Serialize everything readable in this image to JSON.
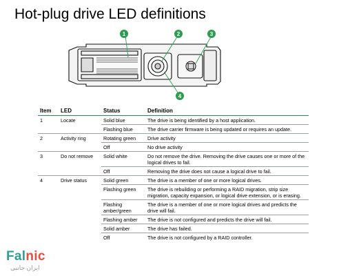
{
  "title": "Hot-plug drive LED definitions",
  "callouts": [
    "1",
    "2",
    "3",
    "4"
  ],
  "accent_color": "#2a9d4f",
  "table": {
    "headers": [
      "Item",
      "LED",
      "Status",
      "Definition"
    ],
    "rows": [
      {
        "item": "1",
        "led": "Locate",
        "status": "Solid blue",
        "definition": "The drive is being identified by a host application.",
        "sep": true
      },
      {
        "item": "",
        "led": "",
        "status": "Flashing blue",
        "definition": "The drive carrier firmware is being updated or requires an update.",
        "sep": false
      },
      {
        "item": "2",
        "led": "Activity ring",
        "status": "Rotating green",
        "definition": "Drive activity",
        "sep": true
      },
      {
        "item": "",
        "led": "",
        "status": "Off",
        "definition": "No drive activity",
        "sep": false
      },
      {
        "item": "3",
        "led": "Do not remove",
        "status": "Solid white",
        "definition": "Do not remove the drive. Removing the drive causes one or more of the logical drives to fail.",
        "sep": true
      },
      {
        "item": "",
        "led": "",
        "status": "Off",
        "definition": "Removing the drive does not cause a logical drive to fail.",
        "sep": false
      },
      {
        "item": "4",
        "led": "Drive status",
        "status": "Solid green",
        "definition": "The drive is a member of one or more logical drives.",
        "sep": true
      },
      {
        "item": "",
        "led": "",
        "status": "Flashing green",
        "definition": "The drive is rebuilding or performing a RAID migration, strip size migration, capacity expansion, or logical drive extension, or is erasing.",
        "sep": false
      },
      {
        "item": "",
        "led": "",
        "status": "Flashing amber/green",
        "definition": "The drive is a member of one or more logical drives and predicts the drive will fail.",
        "sep": false
      },
      {
        "item": "",
        "led": "",
        "status": "Flashing amber",
        "definition": "The drive is not configured and predicts the drive will fail.",
        "sep": false
      },
      {
        "item": "",
        "led": "",
        "status": "Solid amber",
        "definition": "The drive has failed.",
        "sep": false
      },
      {
        "item": "",
        "led": "",
        "status": "Off",
        "definition": "The drive is not configured by a RAID controller.",
        "sep": false
      }
    ]
  },
  "watermark": {
    "brand_main": "Fal",
    "brand_accent": "nic",
    "subtitle": "ایران جانبی"
  }
}
